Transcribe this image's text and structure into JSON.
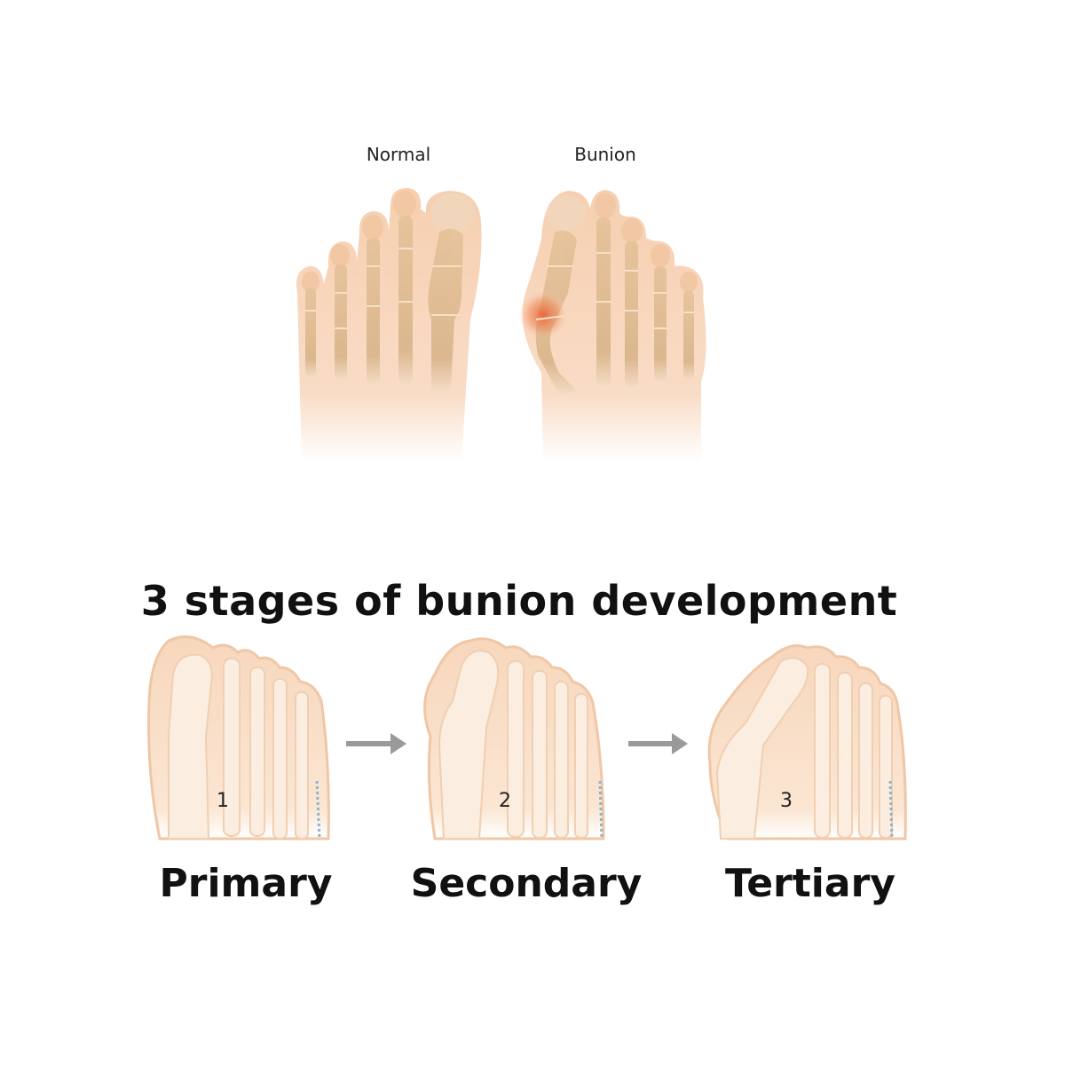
{
  "top": {
    "normal_label": "Normal",
    "bunion_label": "Bunion"
  },
  "stages": {
    "heading": "3 stages of bunion development",
    "items": [
      {
        "number": "1",
        "name": "Primary"
      },
      {
        "number": "2",
        "name": "Secondary"
      },
      {
        "number": "3",
        "name": "Tertiary"
      }
    ]
  },
  "colors": {
    "skin": "#f6cfb0",
    "skin_light": "#fbe3cf",
    "bone": "#d9b48a",
    "bone_light": "#f2dcc4",
    "inflammation": "#e8623a",
    "arrow": "#9a9a9a"
  }
}
